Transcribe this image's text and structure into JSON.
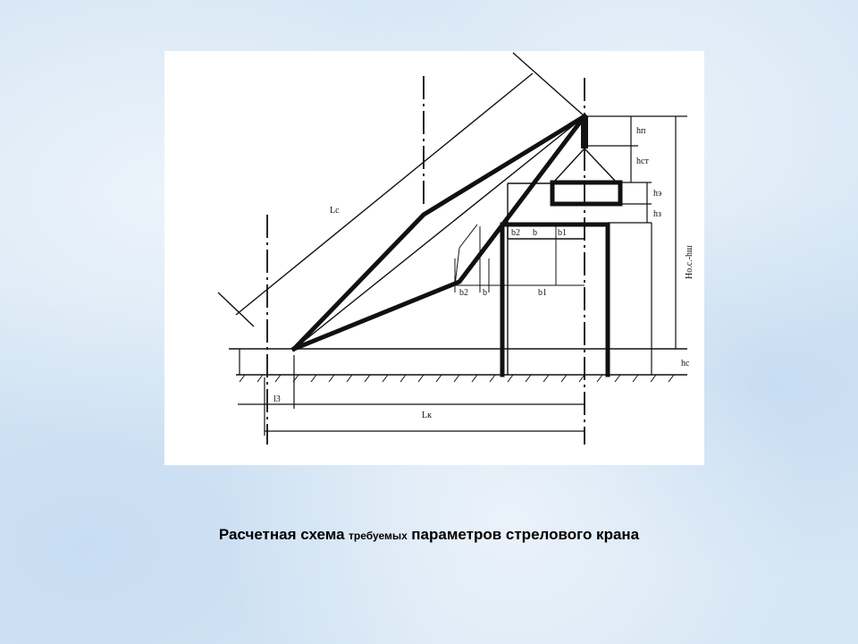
{
  "caption": {
    "part1": "Расчетная схема",
    "part2": "требуемых",
    "part3": "параметров стрелового крана"
  },
  "diagram": {
    "labels": {
      "boom_length": "Lc",
      "hook_height": "hп",
      "sling_height": "hст",
      "element_height": "hэ",
      "clearance_height": "hз",
      "boom_pivot_height": "Hо.с.-hш",
      "base_height": "hс",
      "b2_top": "b2",
      "b_top": "b",
      "b1_top": "b1",
      "b2_bottom": "b2",
      "b_bottom": "b",
      "b1_bottom": "b1",
      "offset": "l3",
      "reach": "Lк"
    }
  }
}
